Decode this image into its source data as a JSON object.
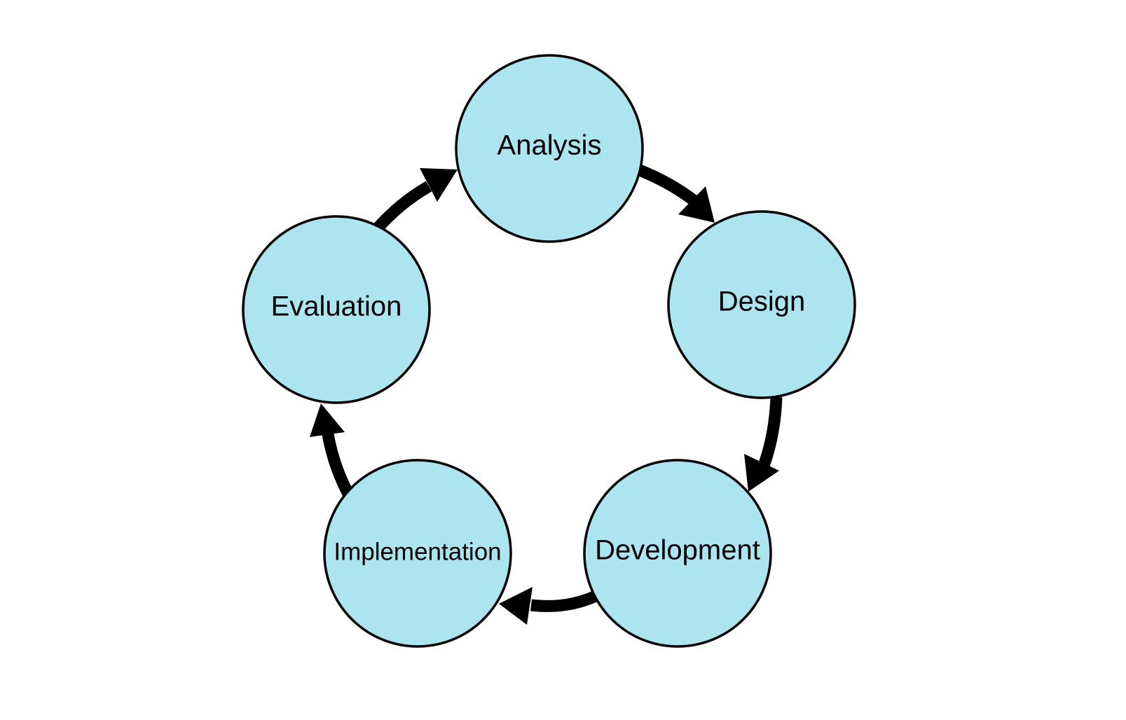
{
  "diagram": {
    "type": "cycle",
    "fill_color": "#ace4f0",
    "stroke_color": "#000000",
    "nodes": [
      {
        "label": "Analysis"
      },
      {
        "label": "Design"
      },
      {
        "label": "Development"
      },
      {
        "label": "Implementation"
      },
      {
        "label": "Evaluation"
      }
    ],
    "edges": [
      {
        "from": "Analysis",
        "to": "Design"
      },
      {
        "from": "Design",
        "to": "Development"
      },
      {
        "from": "Development",
        "to": "Implementation"
      },
      {
        "from": "Implementation",
        "to": "Evaluation"
      },
      {
        "from": "Evaluation",
        "to": "Analysis"
      }
    ]
  }
}
